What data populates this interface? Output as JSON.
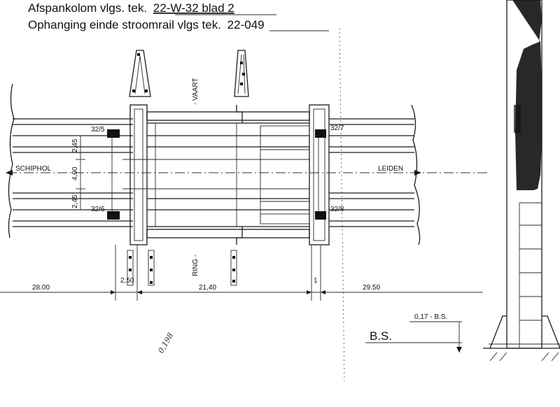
{
  "title": {
    "line1_prefix": "Afspankolom vlgs. tek.",
    "line1_ref": "22-W-32 blad 2",
    "line2_prefix": "Ophanging einde stroomrail vlgs tek.",
    "line2_ref": "22-049"
  },
  "labels": {
    "vaart": "- VAART",
    "ring": "RING -",
    "schiphol": "SCHIPHOL",
    "leiden": "LEIDEN",
    "bs": "B.S.",
    "bs_offset": "0,17 - B.S.",
    "handwritten": "0,198"
  },
  "marks": {
    "top_left": "32/5",
    "top_right": "32/7",
    "bottom_left": "32/6",
    "bottom_right": "32/8"
  },
  "dimensions": {
    "v_top": "2,45",
    "v_mid": "4,00",
    "v_bottom": "2,45",
    "h_left": "28.00",
    "h_gap_left": "2,50",
    "h_center": "21,40",
    "h_gap_right": "1",
    "h_right": "29.50"
  }
}
